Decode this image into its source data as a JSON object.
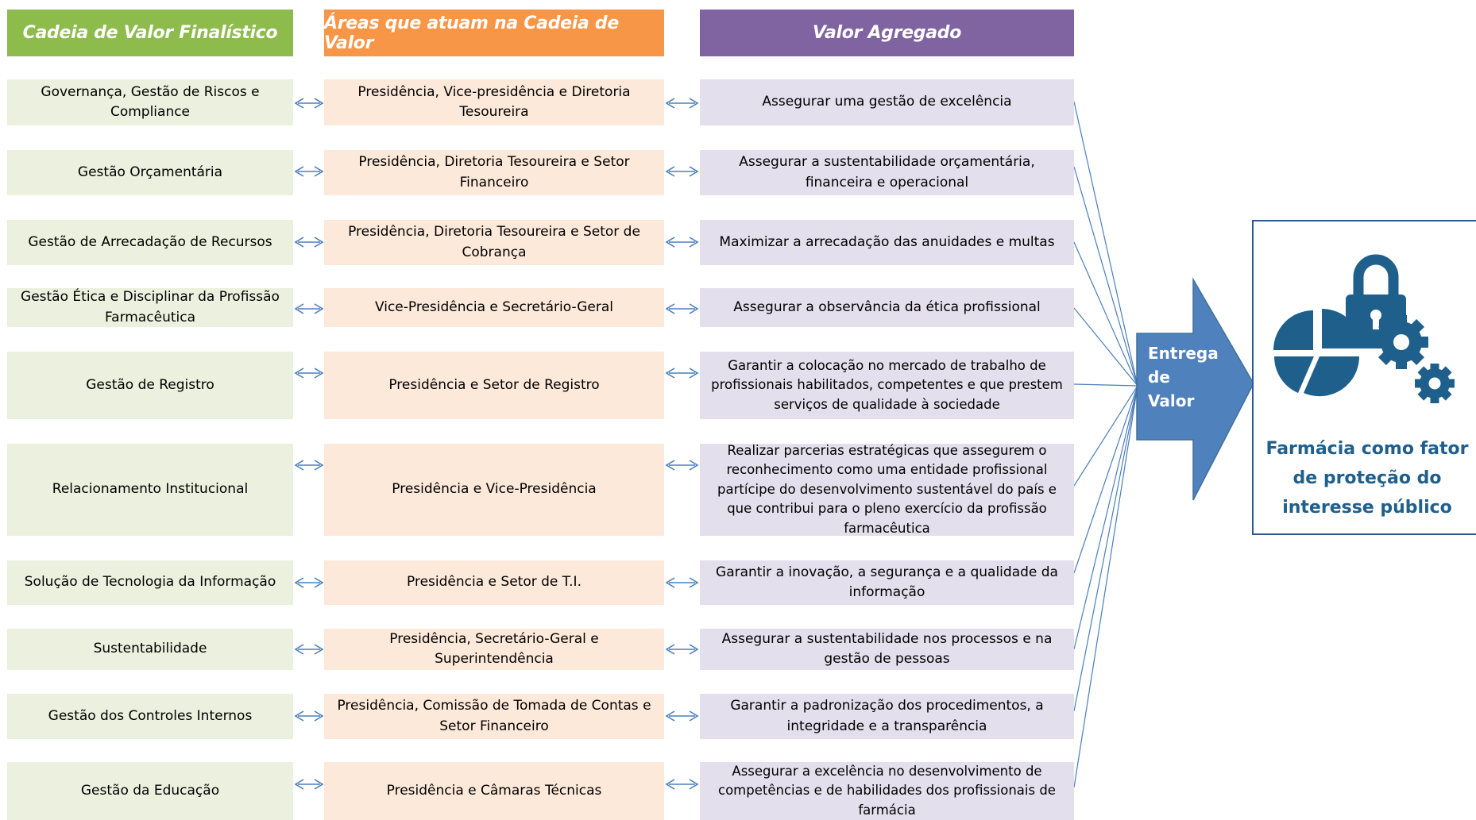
{
  "headers": {
    "col1": "Cadeia de Valor Finalístico",
    "col2": "Áreas que atuam na Cadeia de Valor",
    "col3": "Valor Agregado"
  },
  "rows": [
    {
      "chain": "Governança, Gestão de Riscos e Compliance",
      "areas": "Presidência, Vice-presidência e Diretoria Tesoureira",
      "value": "Assegurar uma gestão de excelência"
    },
    {
      "chain": "Gestão Orçamentária",
      "areas": "Presidência, Diretoria Tesoureira e Setor Financeiro",
      "value": "Assegurar a sustentabilidade orçamentária, financeira e operacional"
    },
    {
      "chain": "Gestão de Arrecadação de Recursos",
      "areas": "Presidência, Diretoria Tesoureira e Setor de Cobrança",
      "value": "Maximizar a arrecadação das anuidades e multas"
    },
    {
      "chain": "Gestão Ética e Disciplinar da Profissão Farmacêutica",
      "areas": "Vice-Presidência e Secretário-Geral",
      "value": "Assegurar a observância da ética profissional"
    },
    {
      "chain": "Gestão de Registro",
      "areas": "Presidência e Setor de Registro",
      "value": "Garantir a colocação no mercado de trabalho de profissionais habilitados, competentes e que prestem serviços de qualidade à sociedade"
    },
    {
      "chain": "Relacionamento Institucional",
      "areas": "Presidência e Vice-Presidência",
      "value": "Realizar parcerias estratégicas que assegurem o reconhecimento como uma entidade profissional partícipe do desenvolvimento sustentável do país e que contribui para o pleno exercício da profissão farmacêutica"
    },
    {
      "chain": "Solução de Tecnologia da Informação",
      "areas": "Presidência e Setor de T.I.",
      "value": "Garantir a inovação, a segurança e a qualidade da informação"
    },
    {
      "chain": "Sustentabilidade",
      "areas": "Presidência, Secretário-Geral e Superintendência",
      "value": "Assegurar a sustentabilidade nos processos e na gestão de pessoas"
    },
    {
      "chain": "Gestão dos Controles Internos",
      "areas": "Presidência, Comissão de Tomada de Contas e Setor Financeiro",
      "value": "Garantir a padronização dos procedimentos, a integridade e a transparência"
    },
    {
      "chain": "Gestão da Educação",
      "areas": "Presidência e Câmaras Técnicas",
      "value": "Assegurar a excelência no desenvolvimento de competências e de habilidades dos profissionais de farmácia"
    }
  ],
  "delivery": {
    "line1": "Entrega",
    "line2": "de",
    "line3": "Valor"
  },
  "result": {
    "text": "Farmácia como fator de proteção do interesse público",
    "icon": "security-lock-pie-gears-icon"
  },
  "colors": {
    "col1_header": "#8dbb4c",
    "col1_cell": "#ebf1de",
    "col2_header": "#f79646",
    "col2_cell": "#fde9d9",
    "col3_header": "#8064a2",
    "col3_cell": "#e4dfec",
    "arrow": "#4f81bd",
    "icon": "#1f5f8b",
    "result_border": "#2e5b8a",
    "connector": "#4a7ebb"
  }
}
